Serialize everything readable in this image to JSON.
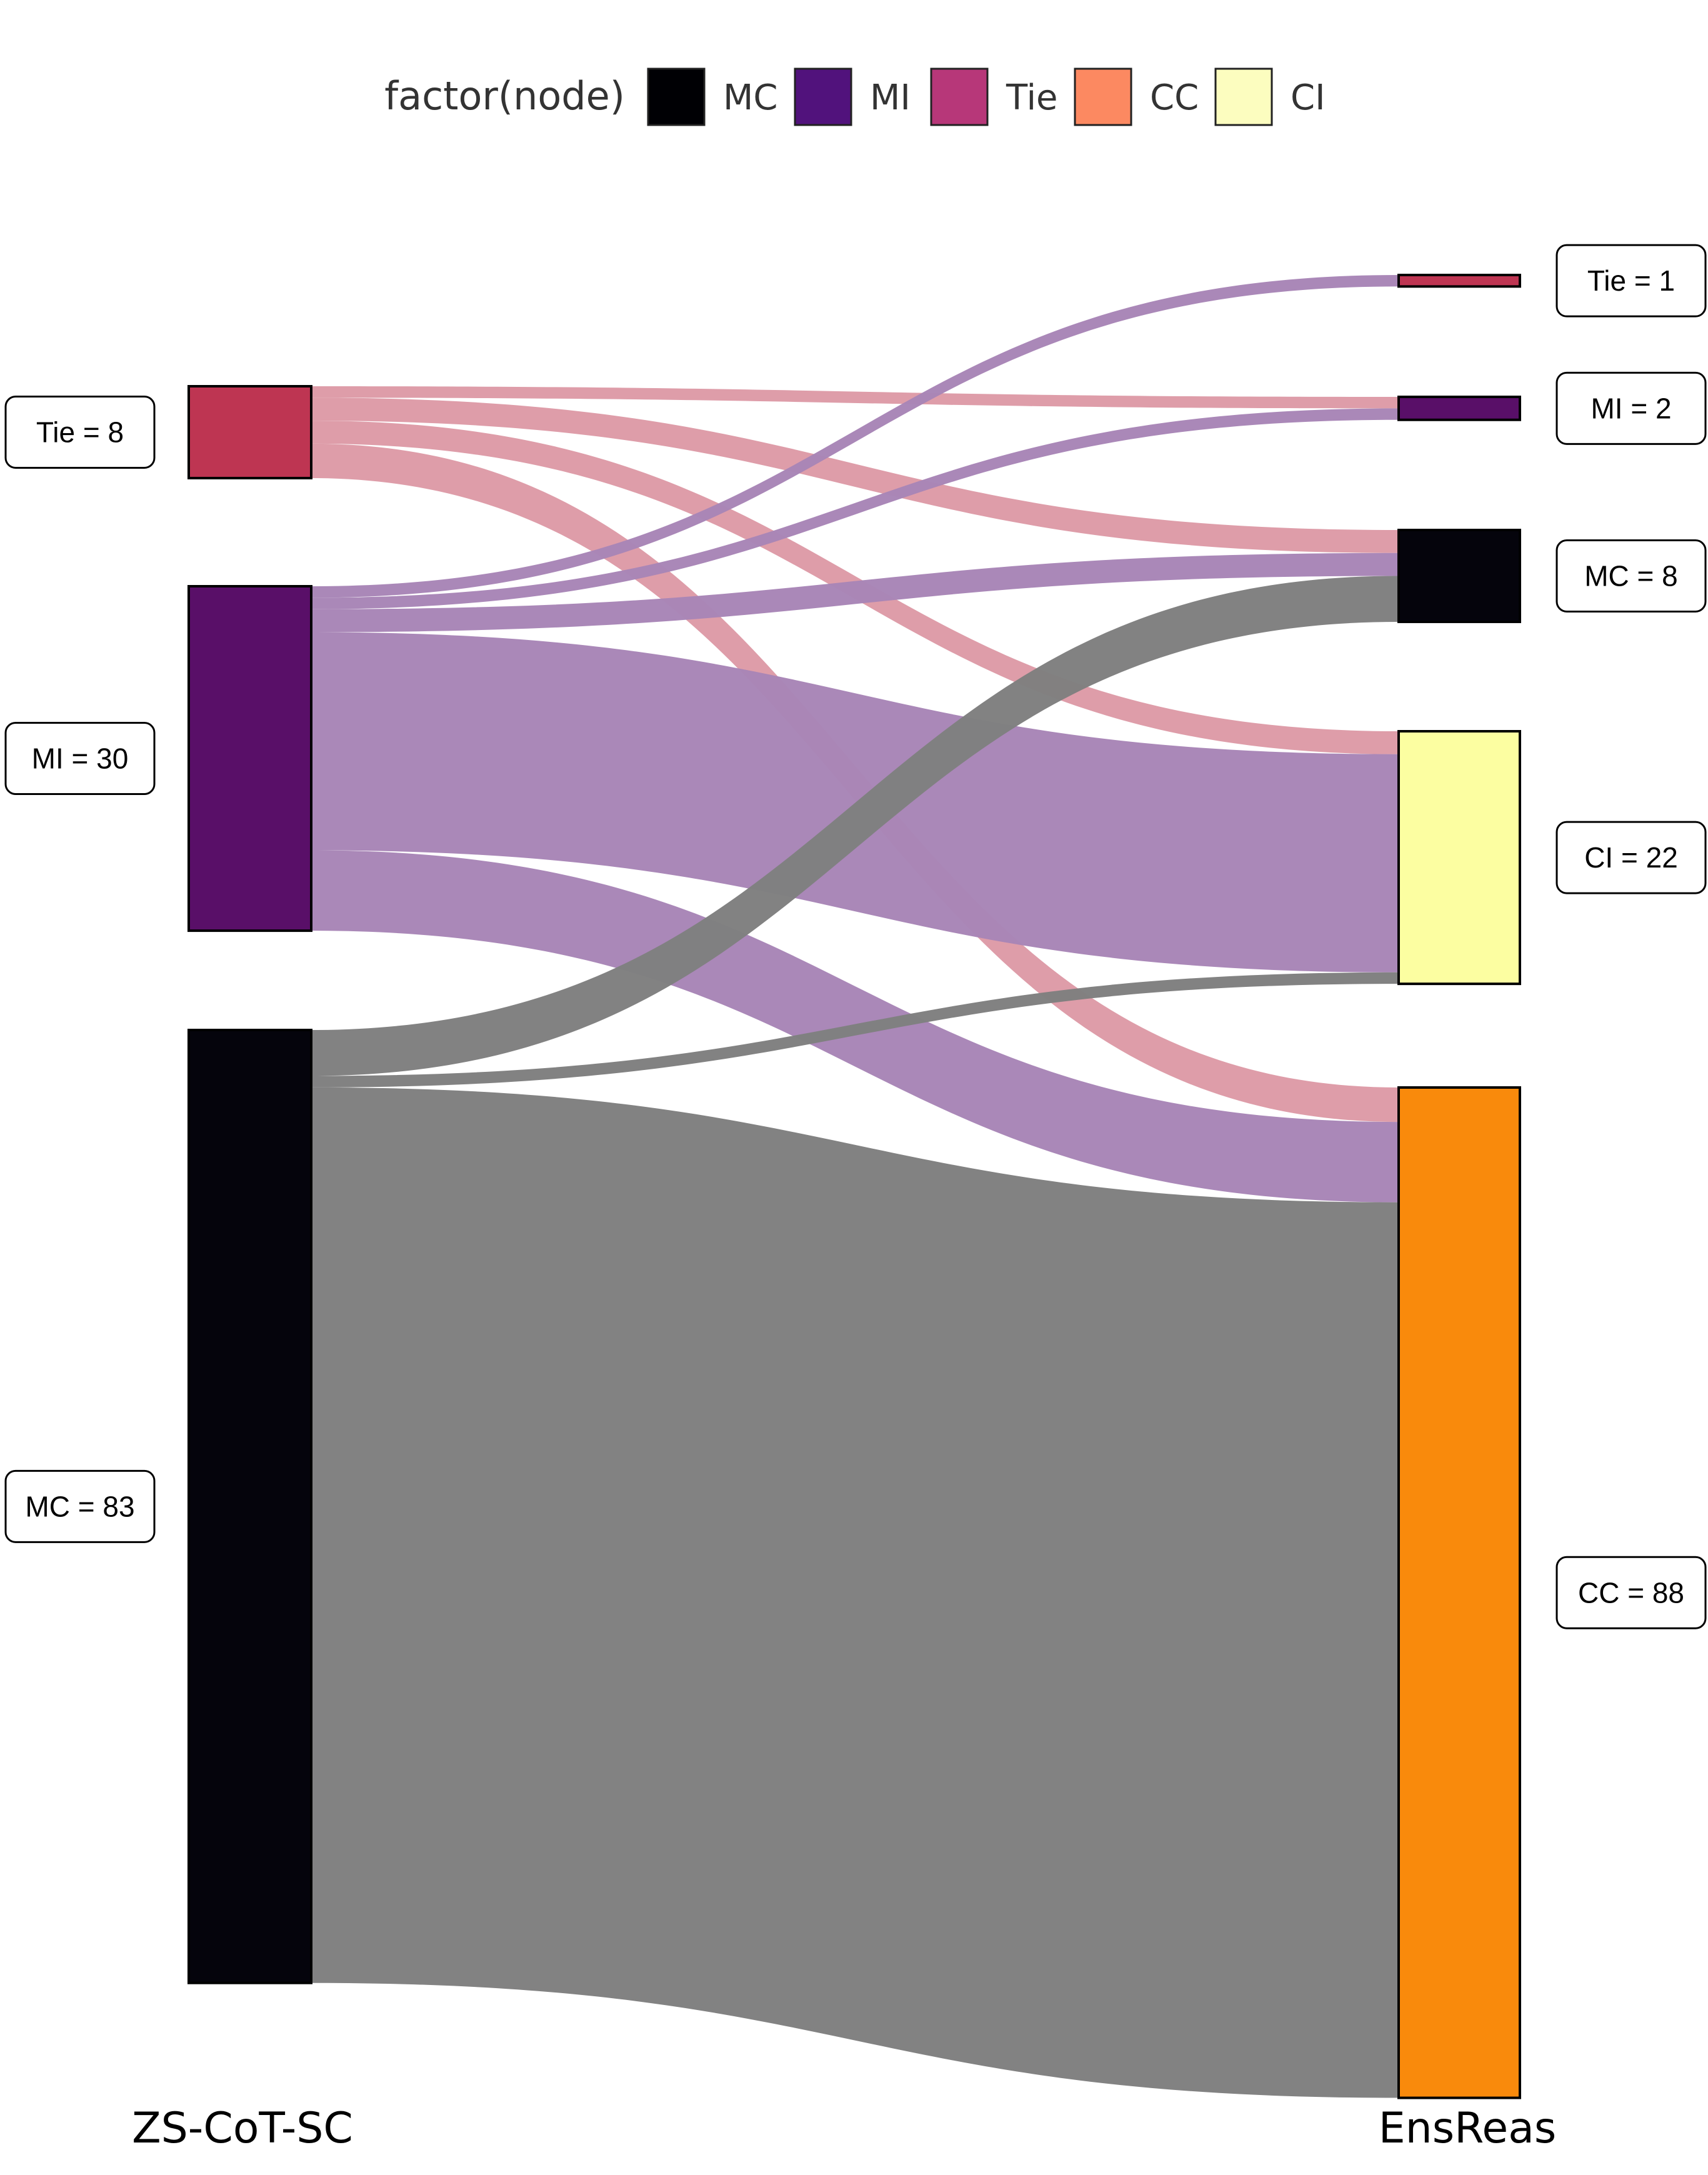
{
  "chart_data": {
    "type": "sankey",
    "legend": {
      "title": "factor(node)",
      "placement": "top",
      "entries": [
        {
          "key": "MC",
          "label": "MC",
          "color": "#000004"
        },
        {
          "key": "MI",
          "label": "MI",
          "color": "#51127c"
        },
        {
          "key": "Tie",
          "label": "Tie",
          "color": "#b73779"
        },
        {
          "key": "CC",
          "label": "CC",
          "color": "#fc8961"
        },
        {
          "key": "CI",
          "label": "CI",
          "color": "#fcfdbf"
        }
      ]
    },
    "fill_colors": {
      "MC": "#05040c",
      "MI": "#590f68",
      "Tie": "#be3552",
      "CC": "#f98a0c",
      "CI": "#fcfea1"
    },
    "flow_colors": {
      "MC": "#808080",
      "MI": "#a886b7",
      "Tie": "#dd9ba7"
    },
    "axes": [
      {
        "key": "left",
        "label": "ZS-CoT-SC"
      },
      {
        "key": "right",
        "label": "EnsReas"
      }
    ],
    "left_nodes": [
      {
        "key": "Tie",
        "label": "Tie = 8",
        "value": 8
      },
      {
        "key": "MI",
        "label": "MI = 30",
        "value": 30
      },
      {
        "key": "MC",
        "label": "MC = 83",
        "value": 83
      }
    ],
    "right_nodes": [
      {
        "key": "Tie",
        "label": "Tie = 1",
        "value": 1
      },
      {
        "key": "MI",
        "label": "MI = 2",
        "value": 2
      },
      {
        "key": "MC",
        "label": "MC = 8",
        "value": 8
      },
      {
        "key": "CI",
        "label": "CI = 22",
        "value": 22
      },
      {
        "key": "CC",
        "label": "CC = 88",
        "value": 88
      }
    ],
    "flows": [
      {
        "from": "Tie",
        "to": "MI",
        "value": 1
      },
      {
        "from": "Tie",
        "to": "MC",
        "value": 2
      },
      {
        "from": "Tie",
        "to": "CI",
        "value": 2
      },
      {
        "from": "Tie",
        "to": "CC",
        "value": 3
      },
      {
        "from": "MI",
        "to": "Tie",
        "value": 1
      },
      {
        "from": "MI",
        "to": "MI",
        "value": 1
      },
      {
        "from": "MI",
        "to": "MC",
        "value": 2
      },
      {
        "from": "MI",
        "to": "CI",
        "value": 19
      },
      {
        "from": "MI",
        "to": "CC",
        "value": 7
      },
      {
        "from": "MC",
        "to": "MC",
        "value": 4
      },
      {
        "from": "MC",
        "to": "CI",
        "value": 1
      },
      {
        "from": "MC",
        "to": "CC",
        "value": 78
      }
    ]
  }
}
